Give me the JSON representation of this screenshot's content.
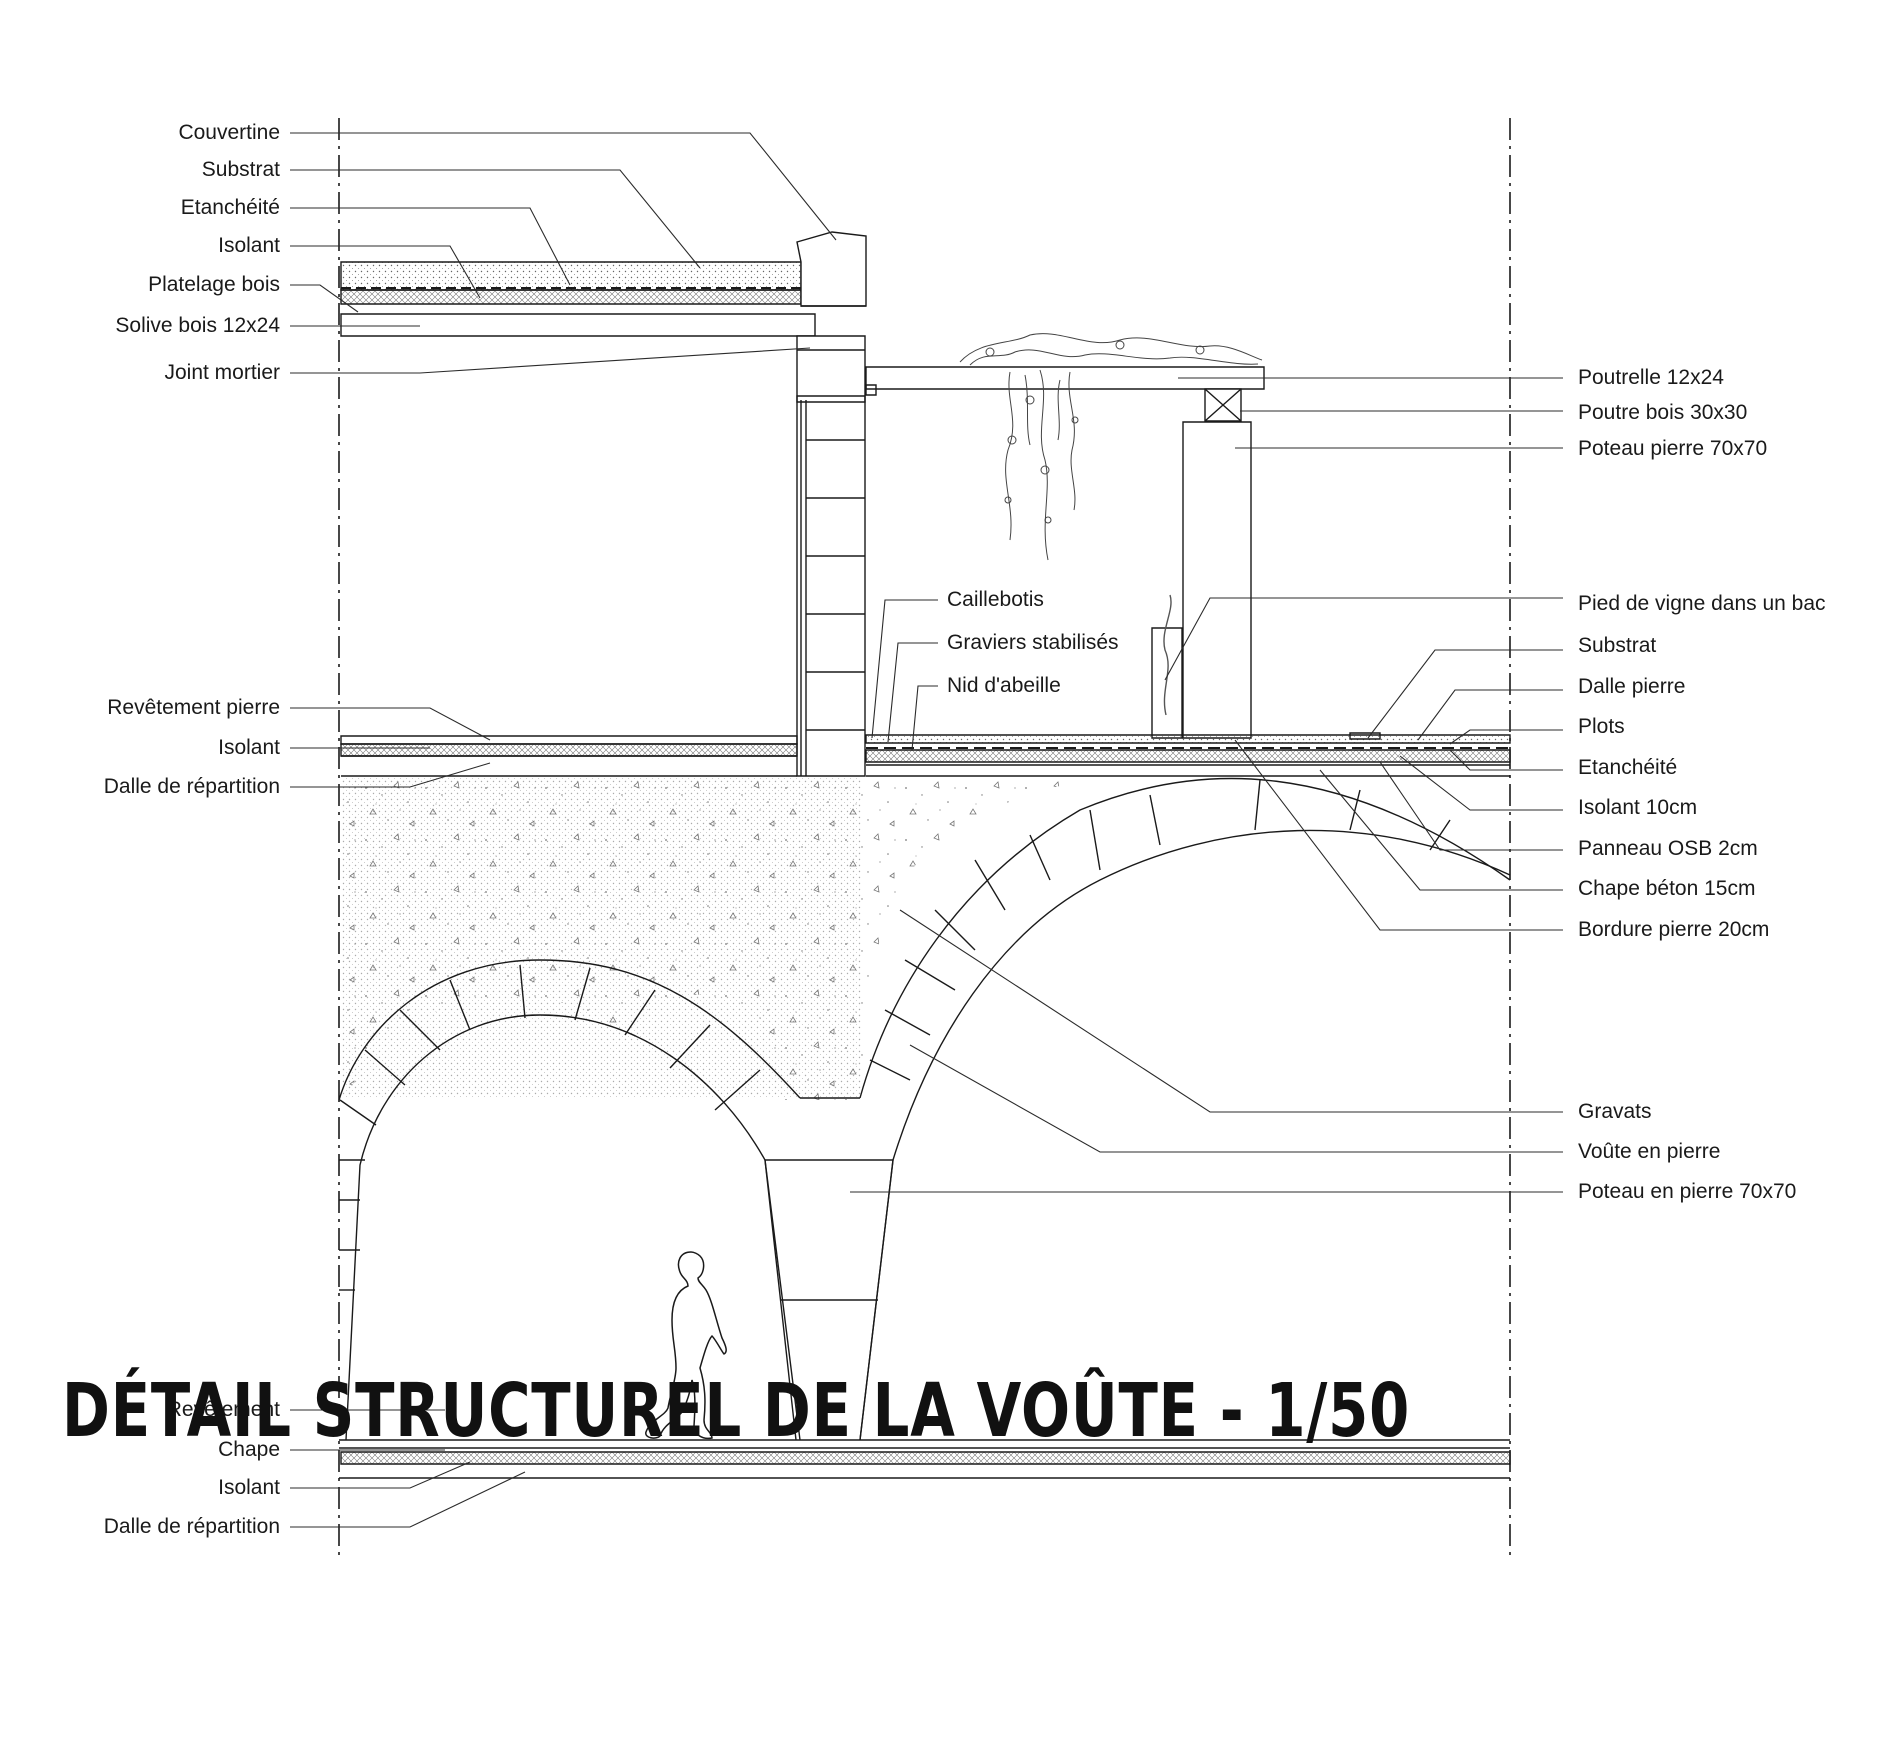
{
  "title": "DÉTAIL  STRUCTUREL DE LA VOÛTE - 1/50",
  "labels_left": [
    "Couvertine",
    "Substrat",
    "Etanchéité",
    "Isolant",
    "Platelage bois",
    "Solive bois 12x24",
    "Joint mortier",
    "Revêtement pierre",
    "Isolant",
    "Dalle de répartition",
    "Revêtement",
    "Chape",
    "Isolant",
    "Dalle de répartition"
  ],
  "labels_center": [
    "Caillebotis",
    "Graviers stabilisés",
    "Nid d'abeille"
  ],
  "labels_right": [
    "Poutrelle 12x24",
    "Poutre bois 30x30",
    "Poteau pierre 70x70",
    "Pied de vigne dans un bac",
    "Substrat",
    "Dalle pierre",
    "Plots",
    "Etanchéité",
    "Isolant 10cm",
    "Panneau OSB 2cm",
    "Chape béton 15cm",
    "Bordure pierre 20cm",
    "Gravats",
    "Voûte en pierre",
    "Poteau en pierre 70x70"
  ],
  "colors": {
    "line": "#1a1a1a",
    "hatch": "#777777",
    "leader": "#2b2b2b"
  }
}
